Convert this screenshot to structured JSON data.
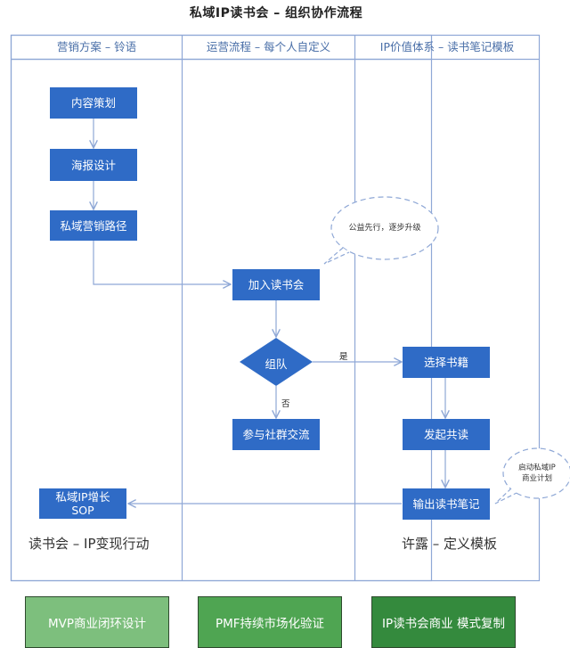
{
  "title": "私域IP读书会  –  组织协作流程",
  "lanes": [
    {
      "header": "营销方案 – 铃语",
      "footer": "读书会 – IP变现行动"
    },
    {
      "header": "运营流程 – 每个人自定义",
      "footer": ""
    },
    {
      "header": "IP价值体系 – 读书笔记模板",
      "footer": "许露 – 定义模板"
    }
  ],
  "nodes": {
    "content_planning": "内容策划",
    "poster_design": "海报设计",
    "private_marketing_path": "私域营销路径",
    "join_reading_club": "加入读书会",
    "team_up": "组队",
    "community_exchange": "参与社群交流",
    "select_books": "选择书籍",
    "start_coreading": "发起共读",
    "output_notes": "输出读书笔记",
    "growth_sop_line1": "私域IP增长",
    "growth_sop_line2": "SOP"
  },
  "edge_labels": {
    "yes": "是",
    "no": "否"
  },
  "callouts": {
    "welfare_first": "公益先行，逐步升级",
    "launch_plan_line1": "启动私域IP",
    "launch_plan_line2": "商业计划"
  },
  "phases": [
    {
      "label": "MVP商业闭环设计",
      "color": "#7dbf7d"
    },
    {
      "label": "PMF持续市场化验证",
      "color": "#4fa552"
    },
    {
      "label": "IP读书会商业 模式复制",
      "color": "#348a3d"
    }
  ],
  "colors": {
    "node_fill": "#2f6bc6",
    "lane_border": "#8fa8d6",
    "connector": "#8fa8d6",
    "header_text": "#4a6fa8"
  }
}
